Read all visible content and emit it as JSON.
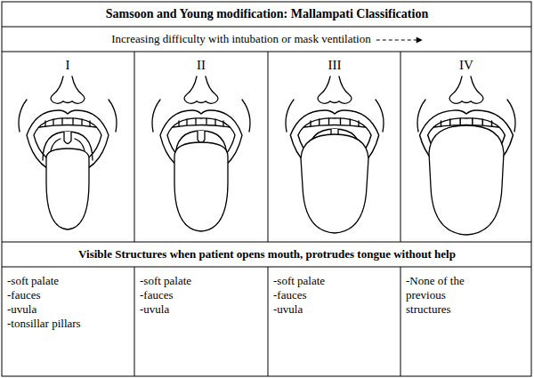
{
  "diagram": {
    "title": "Samsoon and Young modification: Mallampati Classification",
    "labels": [
      "Increasing difficulty with intubation or mask ventilation",
      "I",
      "II",
      "III",
      "IV",
      "Visible Structures when patient opens mouth, protrudes tongue without help",
      "-soft palate",
      "-fauces",
      "-uvula",
      "-tonsillar pillars",
      "-soft palate",
      "-fauces",
      "-uvula",
      "-soft palate",
      "-fauces",
      "-uvula",
      "-None of the previous structures"
    ]
  }
}
